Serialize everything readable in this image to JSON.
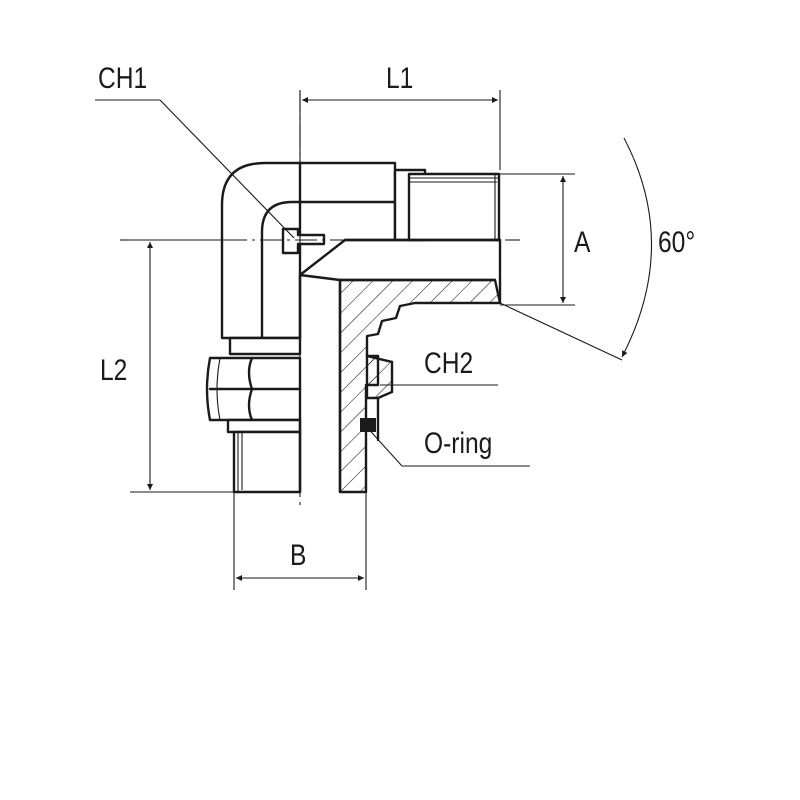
{
  "labels": {
    "ch1": "CH1",
    "l1": "L1",
    "a": "A",
    "angle": "60°",
    "l2": "L2",
    "ch2": "CH2",
    "oring": "O-ring",
    "b": "B"
  },
  "colors": {
    "line": "#1a1a1a",
    "background": "#ffffff"
  }
}
